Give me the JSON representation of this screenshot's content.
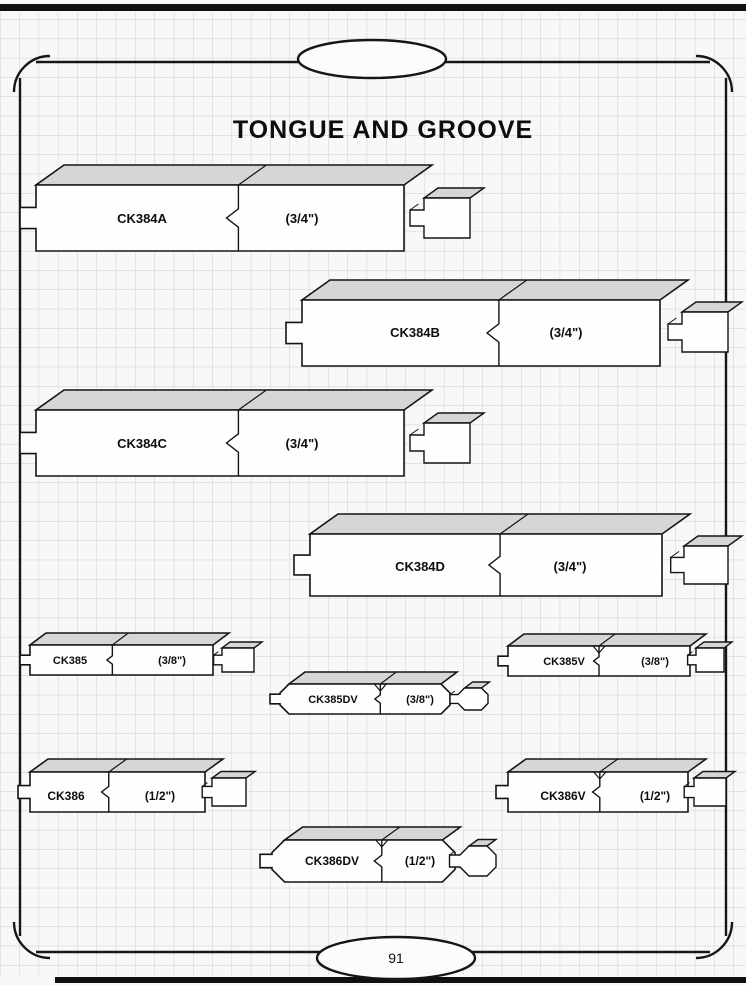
{
  "page": {
    "title": "TONGUE AND GROOVE",
    "page_number": "91"
  },
  "items": [
    {
      "code": "CK384A",
      "size": "(3/4\")"
    },
    {
      "code": "CK384B",
      "size": "(3/4\")"
    },
    {
      "code": "CK384C",
      "size": "(3/4\")"
    },
    {
      "code": "CK384D",
      "size": "(3/4\")"
    },
    {
      "code": "CK385",
      "size": "(3/8\")"
    },
    {
      "code": "CK385V",
      "size": "(3/8\")"
    },
    {
      "code": "CK385DV",
      "size": "(3/8\")"
    },
    {
      "code": "CK386",
      "size": "(1/2\")"
    },
    {
      "code": "CK386V",
      "size": "(1/2\")"
    },
    {
      "code": "CK386DV",
      "size": "(1/2\")"
    }
  ],
  "palette": {
    "ink": "#141414",
    "shade_top_face": "#d6d6d6",
    "board_face": "#fefefe",
    "grid_line": "#c9cfd5",
    "paper": "#f8f8f6"
  }
}
